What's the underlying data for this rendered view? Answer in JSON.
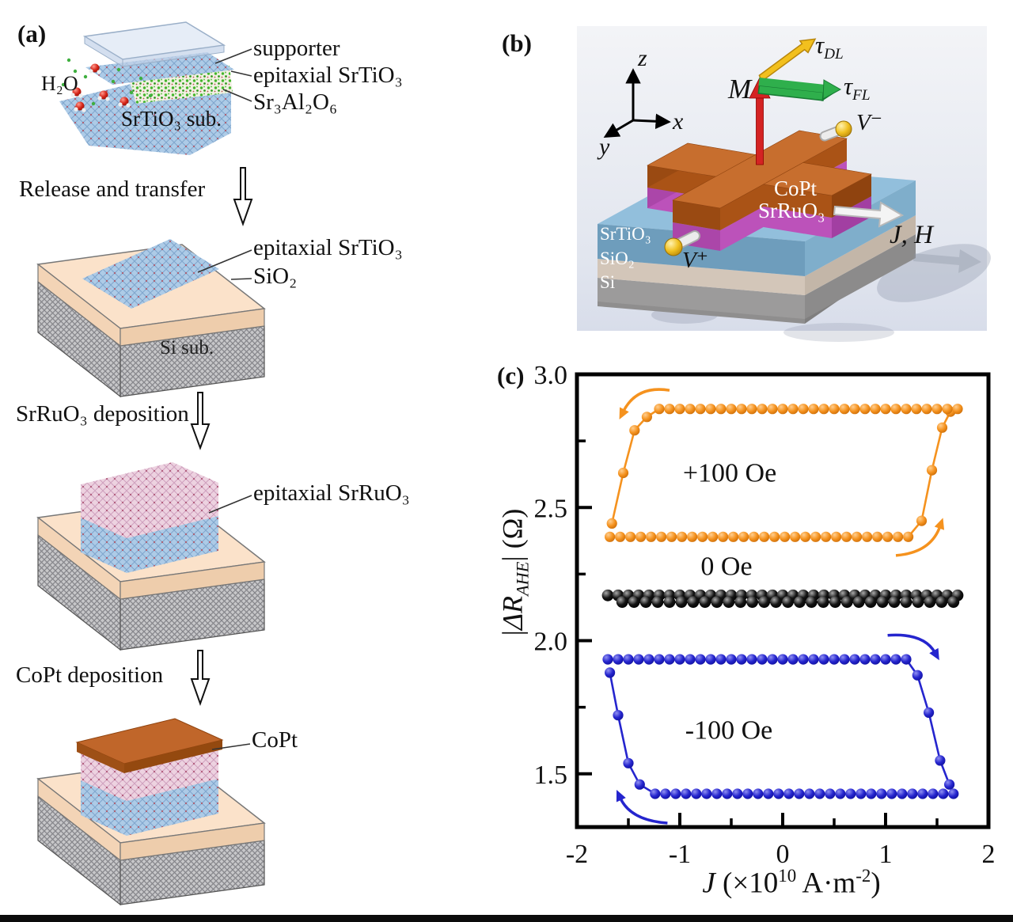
{
  "panel_a": {
    "tag": "(a)",
    "h2o": "H₂O",
    "labels": {
      "supporter": "supporter",
      "epitaxial_srtio3": "epitaxial SrTiO₃",
      "sr3al2o6": "Sr₃Al₂O₆",
      "srtio3_substrate": "SrTiO₃ sub.",
      "epitaxial_srtio3_on_si": "epitaxial SrTiO₃",
      "sio2": "SiO₂",
      "si_substrate": "Si sub.",
      "epitaxial_srruo3": "epitaxial SrRuO₃",
      "copt": "CoPt"
    },
    "steps": {
      "release_transfer": "Release and transfer",
      "srruo3_deposition": "SrRuO₃ deposition",
      "copt_deposition": "CoPt deposition"
    }
  },
  "panel_b": {
    "tag": "(b)",
    "axis_x": "x",
    "axis_y": "y",
    "axis_z": "z",
    "magnetization": "M",
    "tau_dl": {
      "sym": "τ",
      "sub": "DL"
    },
    "tau_fl": {
      "sym": "τ",
      "sub": "FL"
    },
    "v_plus": "V⁺",
    "v_minus": "V⁻",
    "hall_bar": {
      "top": "CoPt",
      "bottom": "SrRuO₃"
    },
    "substrate": {
      "l1": "SrTiO₃",
      "l2": "SiO₂",
      "l3": "Si"
    },
    "current_field": "J, H",
    "colors": {
      "copt": "#C0662A",
      "srruo3": "#B44FB6",
      "srtio3": "#92BFDC",
      "sio2": "#D3C6B9",
      "si": "#9C9B9B",
      "m_arrow": "#D42323",
      "tau_dl": "#F2C01E",
      "tau_fl": "#2FAF4C"
    }
  },
  "panel_c": {
    "tag": "(c)",
    "chart_data": {
      "type": "scatter",
      "subtype": "current-induced SOT switching hysteresis loops",
      "xlabel": "J (×10^10 A·m^-2)",
      "ylabel": "|ΔR_AHE| (Ω)",
      "xlabel_parts": {
        "sym": "J",
        "p1": " (×10",
        "sup1": "10",
        "p2": " A·m",
        "sup2": "-2",
        "p3": ")"
      },
      "ylabel_parts": {
        "p1": "|",
        "p2": "ΔR",
        "sub": "AHE",
        "p3": "| (Ω)"
      },
      "xlim": [
        -2,
        2
      ],
      "ylim": [
        1.3,
        3.0
      ],
      "x_ticks": [
        -2,
        -1,
        0,
        1,
        2
      ],
      "x_tick_labels": [
        "-2",
        "-1",
        "0",
        "1",
        "2"
      ],
      "x_minor_ticks": [
        -1.5,
        -0.5,
        0.5,
        1.5
      ],
      "y_ticks": [
        3.0,
        2.5,
        2.0,
        1.5
      ],
      "y_tick_labels": [
        "3.0",
        "2.5",
        "2.0",
        "1.5"
      ],
      "y_minor_ticks": [
        2.75,
        2.25,
        1.75
      ],
      "grid": false,
      "legend_position": "none",
      "series": [
        {
          "name": "+100 Oe",
          "color": "#F5921E",
          "light": "#FFCE8F",
          "dark": "#C86A06",
          "marker_r": 6.6,
          "segments": [
            {
              "kind": "branch",
              "y": 2.39,
              "x_from": -1.68,
              "x_to": 1.28,
              "step": 0.1
            },
            {
              "kind": "points",
              "pts": [
                [
                  1.35,
                  2.45
                ],
                [
                  1.45,
                  2.64
                ],
                [
                  1.55,
                  2.8
                ],
                [
                  1.63,
                  2.86
                ]
              ]
            },
            {
              "kind": "branch",
              "y": 2.87,
              "x_from": 1.7,
              "x_to": -1.2,
              "step": 0.1
            },
            {
              "kind": "points",
              "pts": [
                [
                  -1.32,
                  2.84
                ],
                [
                  -1.44,
                  2.79
                ],
                [
                  -1.55,
                  2.63
                ],
                [
                  -1.66,
                  2.44
                ]
              ]
            }
          ],
          "switching": {
            "R_high": 2.87,
            "R_low": 2.39,
            "J_switch_neg": -1.5,
            "J_switch_pos": 1.5
          },
          "arrows": [
            {
              "from": [
                -1.1,
                2.94
              ],
              "ctrl": [
                -1.42,
                2.96
              ],
              "to": [
                -1.55,
                2.86
              ]
            },
            {
              "from": [
                1.1,
                2.32
              ],
              "ctrl": [
                1.44,
                2.33
              ],
              "to": [
                1.53,
                2.43
              ]
            }
          ]
        },
        {
          "name": "0 Oe",
          "color": "#141414",
          "light": "#A9A9A9",
          "dark": "#000000",
          "marker_r": 7.4,
          "segments": [
            {
              "kind": "branch",
              "y": 2.17,
              "x_from": -1.7,
              "x_to": 1.7,
              "step": 0.1
            },
            {
              "kind": "branch",
              "y": 2.145,
              "x_from": 1.66,
              "x_to": -1.66,
              "step": 0.115
            }
          ],
          "switching": {
            "R_high": 2.17,
            "R_low": 2.15
          },
          "arrows": []
        },
        {
          "name": "-100 Oe",
          "color": "#2525CE",
          "light": "#9090F2",
          "dark": "#0F0F99",
          "marker_r": 6.6,
          "segments": [
            {
              "kind": "branch",
              "y": 1.93,
              "x_from": -1.7,
              "x_to": 1.22,
              "step": 0.1
            },
            {
              "kind": "points",
              "pts": [
                [
                  1.31,
                  1.87
                ],
                [
                  1.42,
                  1.73
                ],
                [
                  1.53,
                  1.55
                ],
                [
                  1.62,
                  1.46
                ]
              ]
            },
            {
              "kind": "branch",
              "y": 1.425,
              "x_from": 1.66,
              "x_to": -1.28,
              "step": 0.1
            },
            {
              "kind": "points",
              "pts": [
                [
                  -1.39,
                  1.46
                ],
                [
                  -1.5,
                  1.54
                ],
                [
                  -1.6,
                  1.72
                ],
                [
                  -1.68,
                  1.88
                ]
              ]
            }
          ],
          "switching": {
            "R_high": 1.93,
            "R_low": 1.43,
            "J_switch_neg": -1.5,
            "J_switch_pos": 1.45
          },
          "arrows": [
            {
              "from": [
                1.02,
                2.02
              ],
              "ctrl": [
                1.37,
                2.03
              ],
              "to": [
                1.48,
                1.955
              ]
            },
            {
              "from": [
                -1.12,
                1.315
              ],
              "ctrl": [
                -1.48,
                1.325
              ],
              "to": [
                -1.58,
                1.41
              ]
            }
          ]
        }
      ]
    }
  }
}
